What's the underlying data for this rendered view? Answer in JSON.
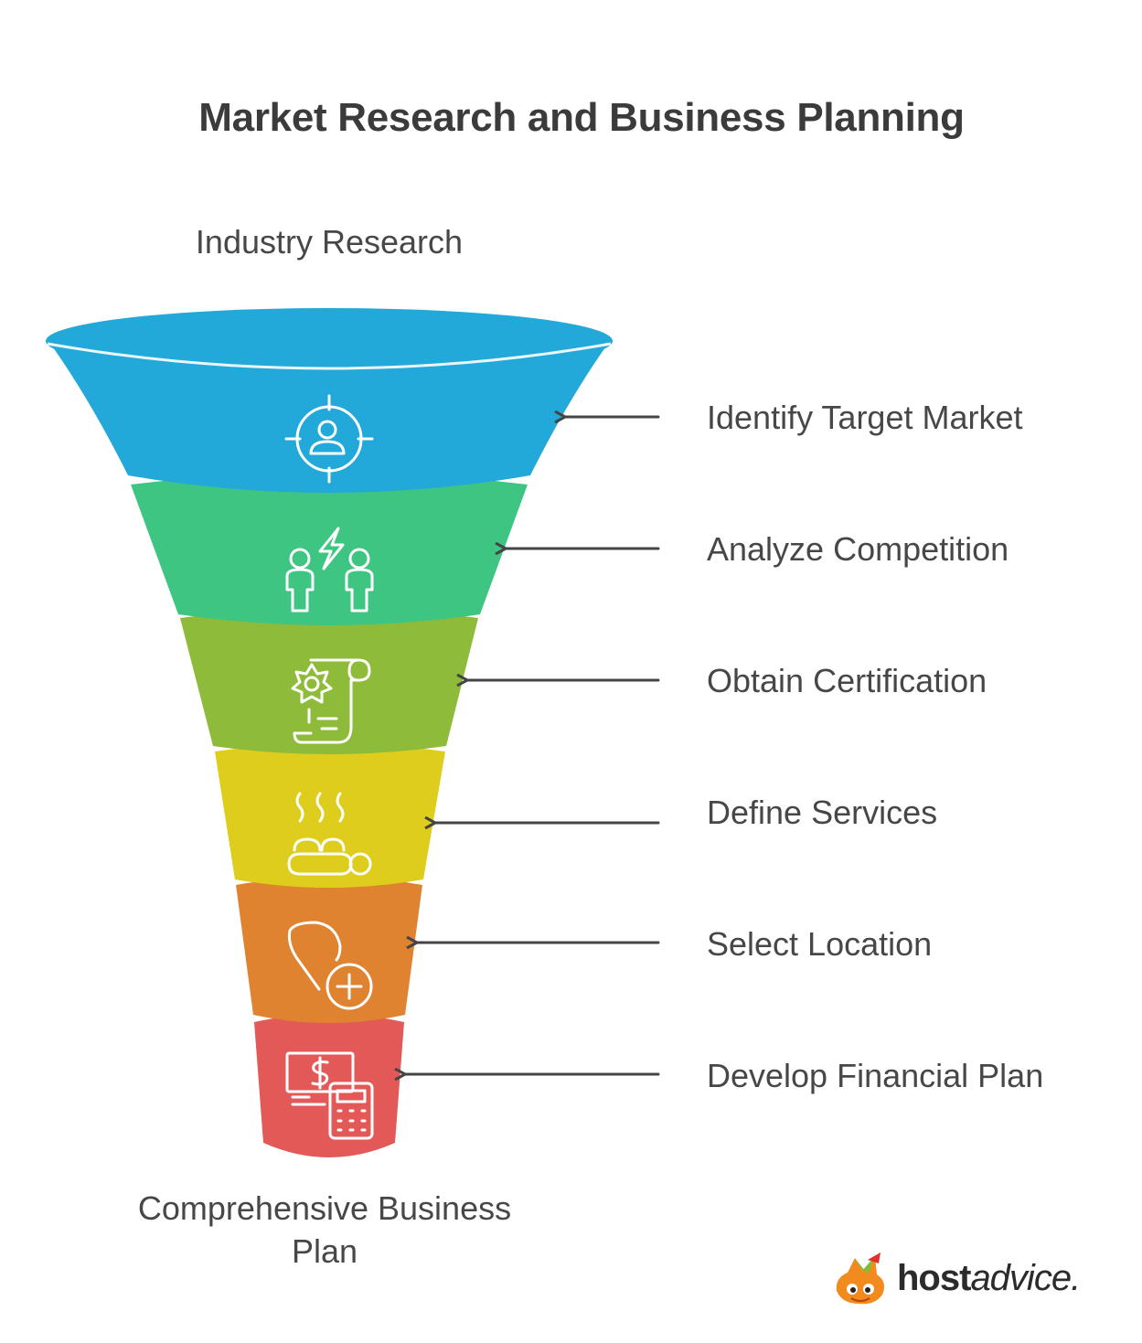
{
  "title": "Market Research and Business Planning",
  "top_label": "Industry Research",
  "bottom_label_line1": "Comprehensive Business",
  "bottom_label_line2": "Plan",
  "steps": [
    {
      "label": "Identify Target Market",
      "icon": "target-person-icon",
      "color": "#22a9d9"
    },
    {
      "label": "Analyze Competition",
      "icon": "competitors-icon",
      "color": "#3ec582"
    },
    {
      "label": "Obtain Certification",
      "icon": "certificate-scroll-icon",
      "color": "#8ebb3a"
    },
    {
      "label": "Define Services",
      "icon": "spa-massage-icon",
      "color": "#decd1c"
    },
    {
      "label": "Select Location",
      "icon": "location-add-icon",
      "color": "#e08331"
    },
    {
      "label": "Develop Financial Plan",
      "icon": "money-calculator-icon",
      "color": "#e35957"
    }
  ],
  "brand": {
    "bold": "host",
    "italic": "advice."
  }
}
